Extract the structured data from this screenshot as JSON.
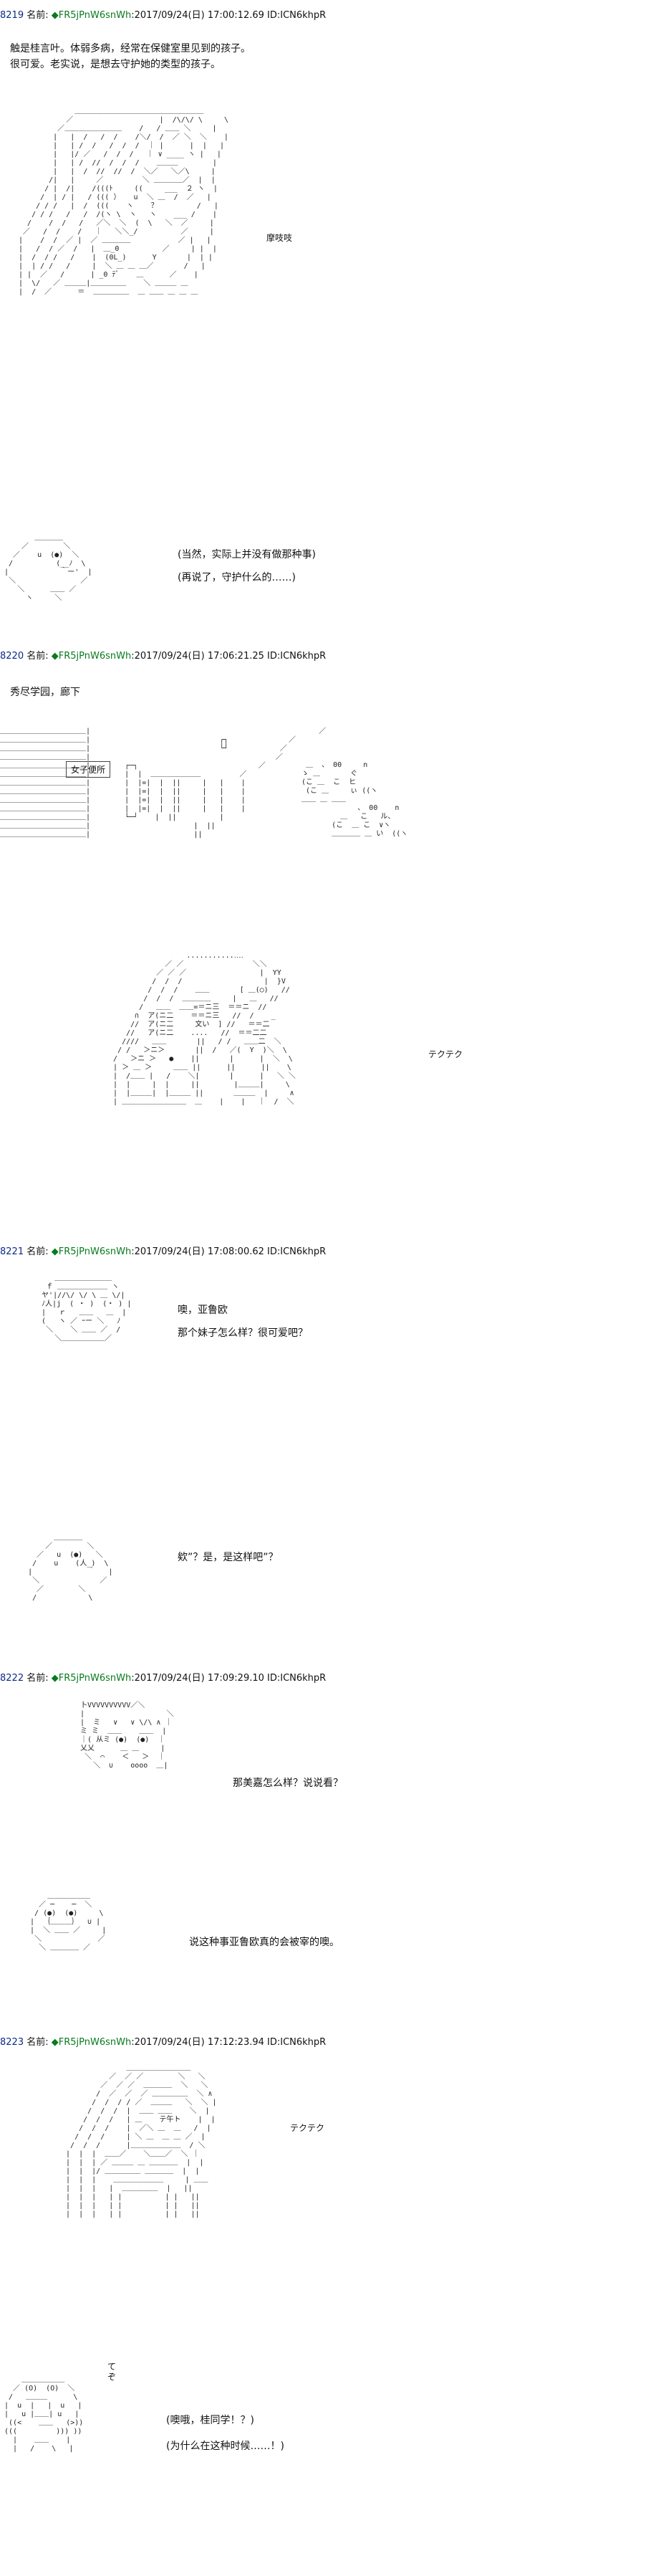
{
  "posts": [
    {
      "num": "8219",
      "name_label": "名前:",
      "trip": "◆FR5jPnW6snWh",
      "date": ":2017/09/24(日) 17:00:12.69 ID:ICN6khpR",
      "lines": [
        "触是桂言叶。体弱多病，经常在保健室里见到的孩子。",
        "很可爱。老实说，是想去守护她的类型的孩子。"
      ],
      "sfx": "摩吱吱",
      "dialogue": [
        "(当然，实际上并没有做那种事)",
        "(再说了，守护什么的……)"
      ]
    },
    {
      "num": "8220",
      "name_label": "名前:",
      "trip": "◆FR5jPnW6snWh",
      "date": ":2017/09/24(日) 17:06:21.25 ID:ICN6khpR",
      "lines": [
        "秀尽学园，廊下"
      ],
      "sign": "女子便所",
      "sfx": "テクテク"
    },
    {
      "num": "8221",
      "name_label": "名前:",
      "trip": "◆FR5jPnW6snWh",
      "date": ":2017/09/24(日) 17:08:00.62 ID:ICN6khpR",
      "dialogue": [
        "噢，亚鲁欧",
        "那个妹子怎么样？很可爱吧？"
      ],
      "dialogue2": "欸”？是，是这样吧”？"
    },
    {
      "num": "8222",
      "name_label": "名前:",
      "trip": "◆FR5jPnW6snWh",
      "date": ":2017/09/24(日) 17:09:29.10 ID:ICN6khpR",
      "dialogue": "那美嘉怎么样？说说看？",
      "dialogue2": "说这种事亚鲁欧真的会被宰的噢。"
    },
    {
      "num": "8223",
      "name_label": "名前:",
      "trip": "◆FR5jPnW6snWh",
      "date": ":2017/09/24(日) 17:12:23.94 ID:ICN6khpR",
      "sfx": "テクテク",
      "sfx2": "て\nぞ",
      "dialogue": [
        "(噢哦，桂同学！？)",
        "(为什么在这种时候……！)"
      ]
    }
  ]
}
